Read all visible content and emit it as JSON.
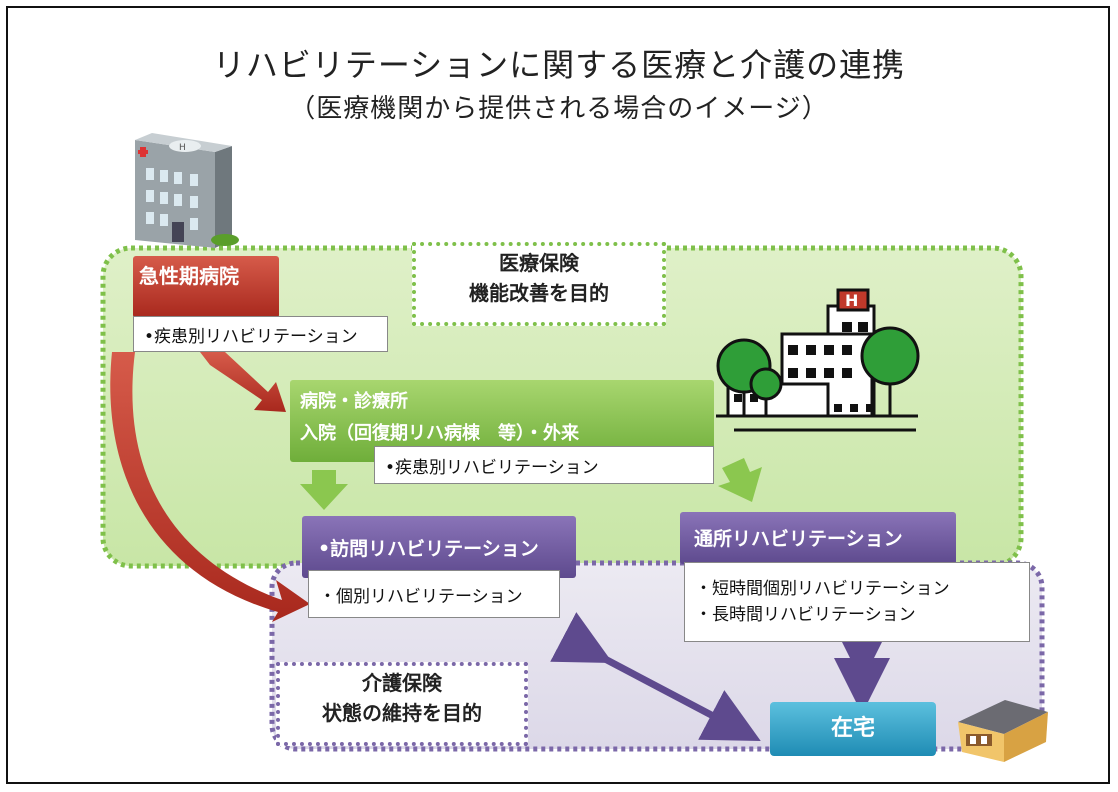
{
  "title": "リハビリテーションに関する医療と介護の連携",
  "subtitle": "（医療機関から提供される場合のイメージ）",
  "medical_zone": {
    "label_line1": "医療保険",
    "label_line2": "機能改善を目的"
  },
  "care_zone": {
    "label_line1": "介護保険",
    "label_line2": "状態の維持を目的"
  },
  "acute_hospital": {
    "title": "急性期病院",
    "item": "•疾患別リハビリテーション"
  },
  "hospital_clinic": {
    "title_line1": "病院・診療所",
    "title_line2": "入院（回復期リハ病棟　等）・外来",
    "item": "•疾患別リハビリテーション"
  },
  "home_visit_rehab": {
    "title": "•訪問リハビリテーション",
    "item": "・個別リハビリテーション"
  },
  "day_care_rehab": {
    "title": "通所リハビリテーション",
    "item1": "・短時間個別リハビリテーション",
    "item2": "・長時間リハビリテーション"
  },
  "home": {
    "label": "在宅"
  },
  "colors": {
    "medical_green": "#9bcf6a",
    "care_purple": "#6f5aa0",
    "acute_red": "#c0392b",
    "home_teal": "#2e9fc4"
  }
}
